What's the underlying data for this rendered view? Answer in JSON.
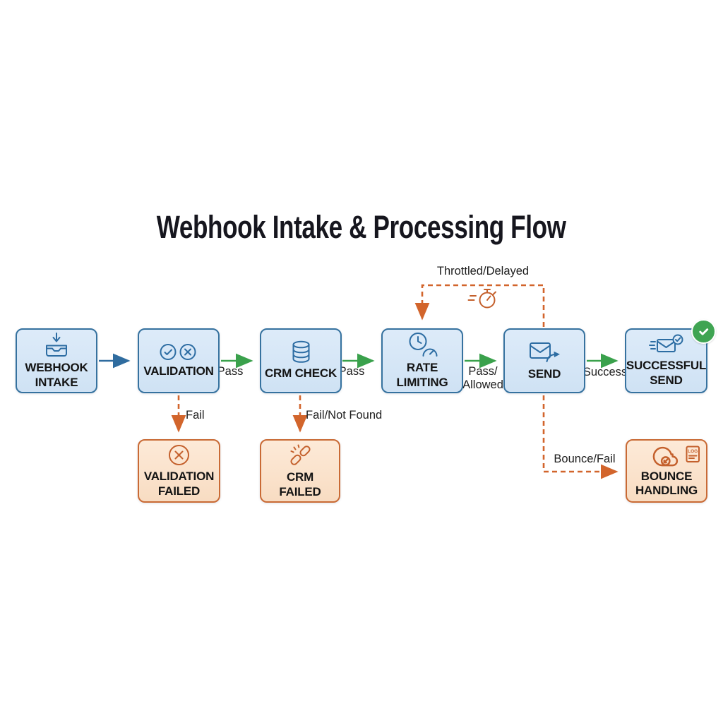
{
  "title": "Webhook Intake & Processing Flow",
  "nodes": {
    "webhook_intake": {
      "label": "WEBHOOK\nINTAKE",
      "type": "process",
      "icon": "inbox-arrow-down"
    },
    "validation": {
      "label": "VALIDATION",
      "type": "process",
      "icon": "check-and-cross-circles"
    },
    "crm_check": {
      "label": "CRM CHECK",
      "type": "process",
      "icon": "database"
    },
    "rate_limiting": {
      "label": "RATE\nLIMITING",
      "type": "process",
      "icon": "clock-gauge"
    },
    "send": {
      "label": "SEND",
      "type": "process",
      "icon": "envelope-share-arrow"
    },
    "successful_send": {
      "label": "SUCCESSFUL\nSEND",
      "type": "process",
      "icon": "envelope-check",
      "badge": "green-check"
    },
    "validation_failed": {
      "label": "VALIDATION\nFAILED",
      "type": "failure",
      "icon": "x-circle"
    },
    "crm_failed": {
      "label": "CRM\nFAILED",
      "type": "failure",
      "icon": "broken-link"
    },
    "bounce_handling": {
      "label": "BOUNCE\nHANDLING",
      "type": "failure",
      "icon": "cloud-bounce",
      "doc_label": "LOG"
    }
  },
  "edges": [
    {
      "from": "webhook_intake",
      "to": "validation",
      "style": "solid-blue",
      "label": ""
    },
    {
      "from": "validation",
      "to": "crm_check",
      "style": "solid-green",
      "label": "Pass"
    },
    {
      "from": "crm_check",
      "to": "rate_limiting",
      "style": "solid-green",
      "label": "Pass"
    },
    {
      "from": "rate_limiting",
      "to": "send",
      "style": "solid-green",
      "label": "Pass/\nAllowed"
    },
    {
      "from": "send",
      "to": "successful_send",
      "style": "solid-green",
      "label": "Success"
    },
    {
      "from": "validation",
      "to": "validation_failed",
      "style": "dashed-orange",
      "label": "Fail"
    },
    {
      "from": "crm_check",
      "to": "crm_failed",
      "style": "dashed-orange",
      "label": "Fail/Not Found"
    },
    {
      "from": "send",
      "to": "rate_limiting",
      "style": "dashed-orange",
      "label": "Throttled/Delayed",
      "loop_icon": "stopwatch"
    },
    {
      "from": "send",
      "to": "bounce_handling",
      "style": "dashed-orange",
      "label": "Bounce/Fail"
    }
  ],
  "colors": {
    "process_fill": "#d6e7f7",
    "process_border": "#36729f",
    "failure_fill": "#fbe3cd",
    "failure_border": "#c96a35",
    "pass_arrow_green": "#3aa14c",
    "fail_arrow_orange": "#d2652c",
    "intake_arrow_blue": "#2f6c9f",
    "badge_green": "#3fa452",
    "title_text": "#16161e"
  }
}
